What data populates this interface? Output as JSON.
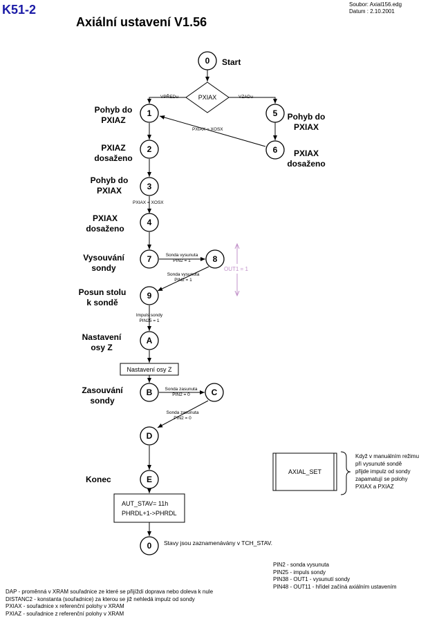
{
  "header": {
    "code": "K51-2",
    "title": "Axiální ustavení  V1.56",
    "file": "Soubor: Axial156.edg",
    "date": "Datum  : 2.10.2001"
  },
  "nodes": {
    "n0_top": "0",
    "n1": "1",
    "n2": "2",
    "n3": "3",
    "n4": "4",
    "n5": "5",
    "n6": "6",
    "n7": "7",
    "n8": "8",
    "n9": "9",
    "nA": "A",
    "nB": "B",
    "nC": "C",
    "nD": "D",
    "nE": "E",
    "n0_bottom": "0"
  },
  "decision": "PXIAX",
  "labels": {
    "start": "Start",
    "n1": "Pohyb do PXIAZ",
    "n2": "PXIAZ dosaženo",
    "n3": "Pohyb do PXIAX",
    "n4": "PXIAX dosaženo",
    "n5": "Pohyb do PXIAX",
    "n6": "PXIAX dosaženo",
    "n7": "Vysouvání sondy",
    "n9": "Posun stolu k sondě",
    "nA": "Nastavení osy Z",
    "nB": "Zasouvání sondy",
    "nE": "Konec"
  },
  "edges": {
    "vpredu": "VPŘEDu",
    "vzadu": "VZADu",
    "pxiax_xosx_1": "PXIAX = XOSX",
    "pxiax_xosx_2": "PXIAX = XOSX",
    "sonda_vys_1a": "Sonda vysunuta",
    "sonda_vys_1b": "PIN2 = 1",
    "sonda_vys_2a": "Sonda vysunuta",
    "sonda_vys_2b": "PIN2 = 1",
    "impuls_a": "Impuls sondy",
    "impuls_b": "PIN25 = 1",
    "sonda_zas_1a": "Sonda zasunuta",
    "sonda_zas_1b": "PIN2 = 0",
    "sonda_zas_2a": "Sonda zasunuta",
    "sonda_zas_2b": "PIN2 = 0",
    "out1": "OUT1 = 1"
  },
  "boxes": {
    "nastaveni": "Nastavení osy Z",
    "aut_1": "AUT_STAV= 11h",
    "aut_2": "PHRDL+1->PHRDL",
    "axial_set": "AXIAL_SET"
  },
  "notes": {
    "stavy": "Stavy jsou zaznamenávány v TCH_STAV.",
    "brace": [
      "Když v manuálním režimu",
      "při vysunuté sondě",
      "přijde impulz od sondy",
      "zapamatují se polohy",
      "PXIAX a PXIAZ"
    ],
    "pins": [
      "PIN2   - sonda vysunuta",
      "PIN25 - impuls sondy",
      "PIN38 - OUT1 - vysunutí sondy",
      "PIN48 - OUT11 - hřídel začíná axiálním ustavením"
    ],
    "footer": [
      "DAP - proměnná v XRAM souřadnice ze které se přijíždí doprava nebo doleva k nule",
      "DISTANC2 - konstanta (souřadnice) za kterou se již nehledá impulz od sondy",
      "PXIAX - souřadnice x referenční polohy v XRAM",
      "PXIAZ - souřadnice z referenční polohy v XRAM"
    ]
  },
  "colors": {
    "code": "#1a1aa6",
    "out1": "#c08fc8"
  }
}
